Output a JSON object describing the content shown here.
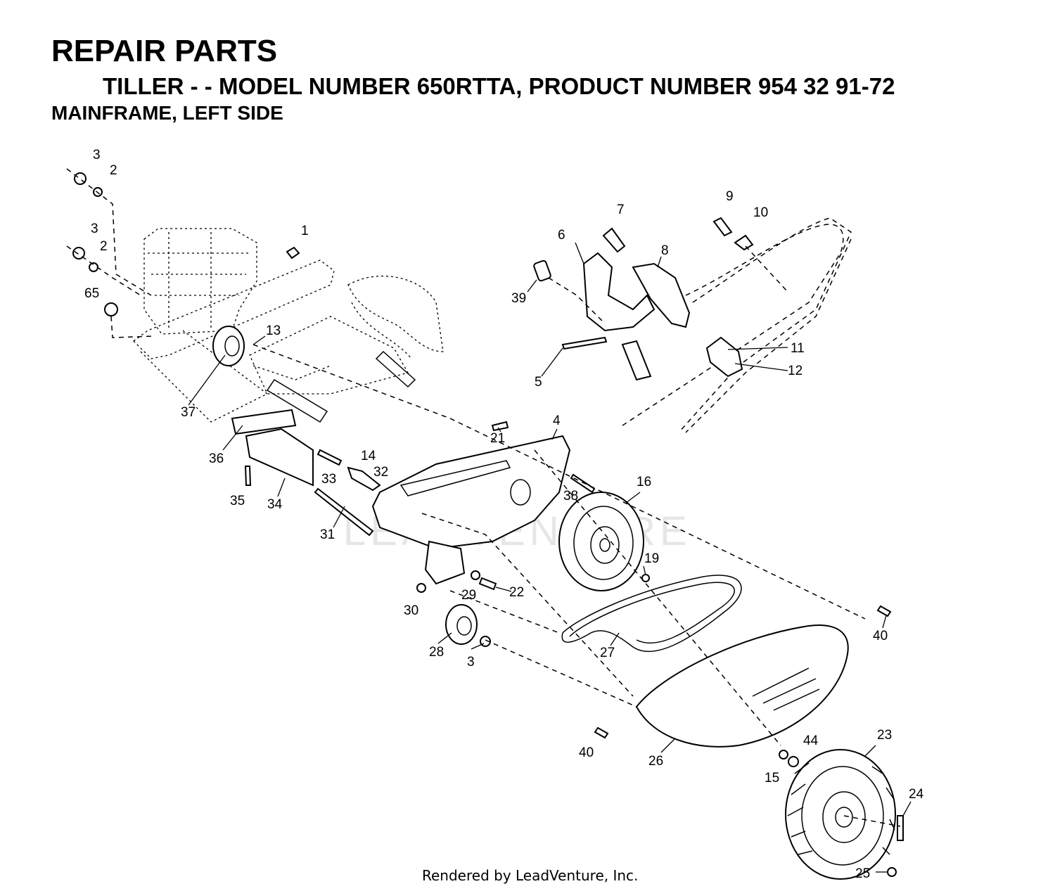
{
  "header": {
    "title": "REPAIR PARTS",
    "subtitle": "TILLER - - MODEL NUMBER 650RTTA, PRODUCT NUMBER 954 32 91-72",
    "section": "MAINFRAME, LEFT SIDE"
  },
  "watermark": "LEADVENTURE",
  "footer": "Rendered by LeadVenture, Inc.",
  "callouts": [
    "3",
    "2",
    "3",
    "2",
    "65",
    "1",
    "13",
    "37",
    "36",
    "35",
    "34",
    "33",
    "32",
    "14",
    "31",
    "7",
    "6",
    "8",
    "39",
    "9",
    "10",
    "11",
    "12",
    "5",
    "21",
    "4",
    "38",
    "16",
    "19",
    "29",
    "22",
    "30",
    "28",
    "3",
    "27",
    "40",
    "40",
    "26",
    "44",
    "15",
    "23",
    "24",
    "25"
  ]
}
